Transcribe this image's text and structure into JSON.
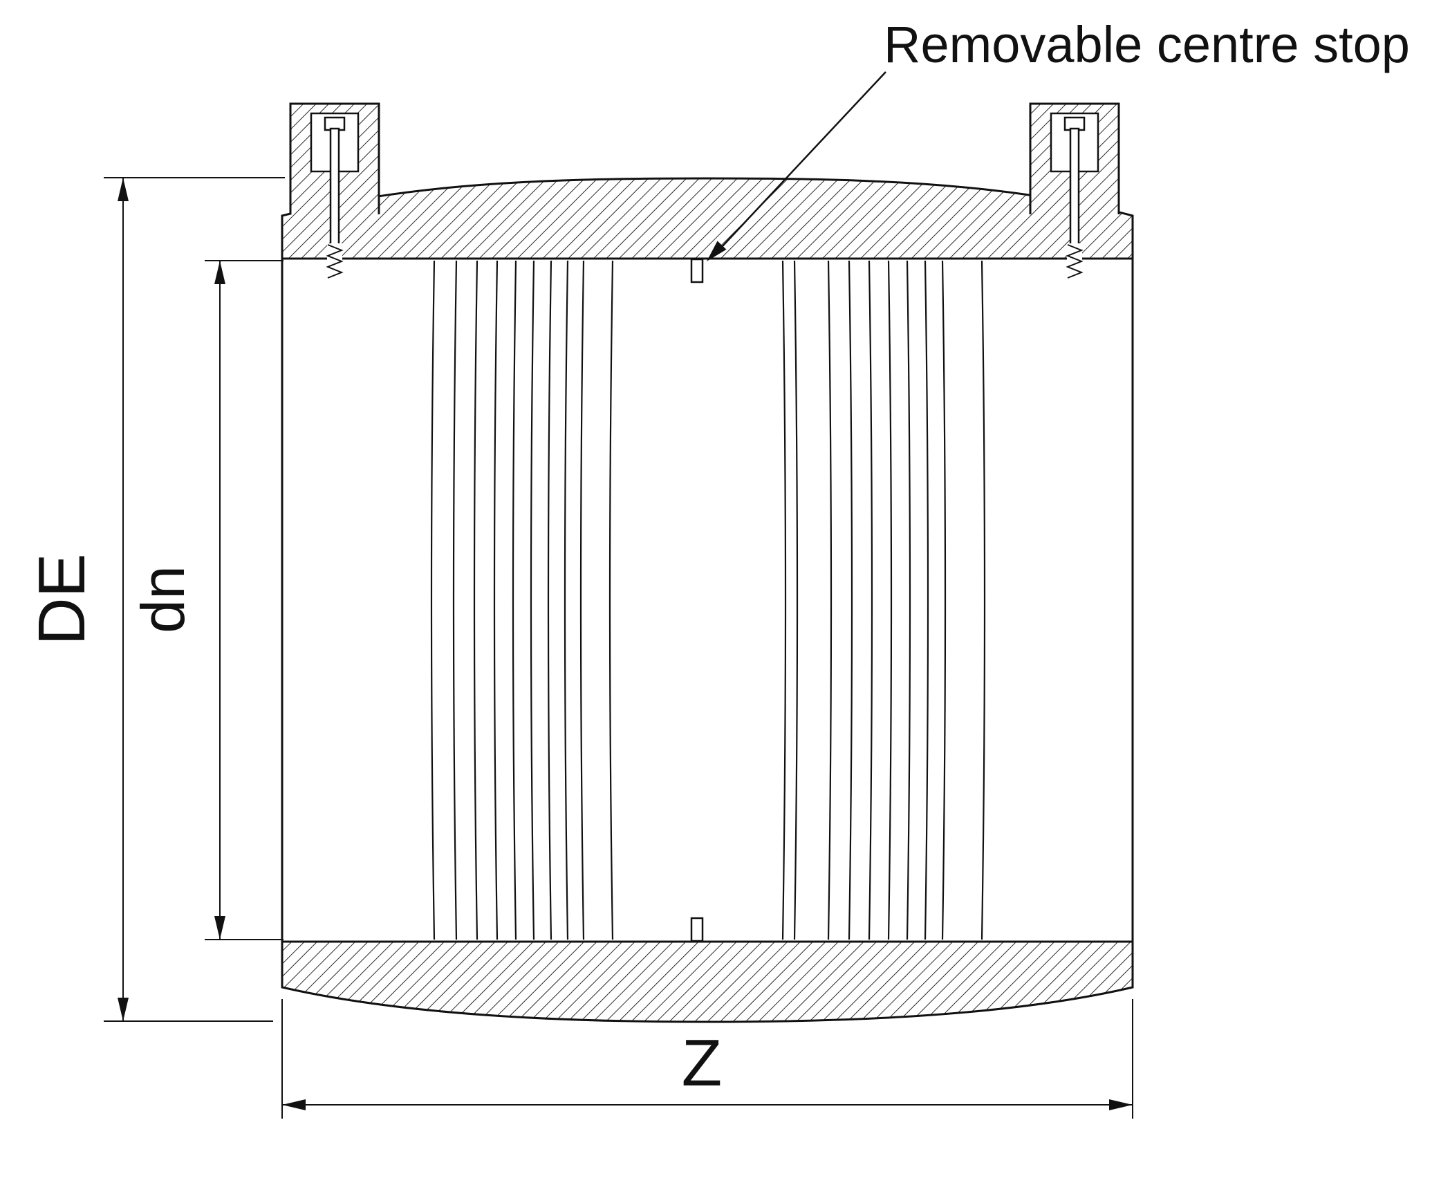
{
  "colors": {
    "background": "#ffffff",
    "line": "#111111"
  },
  "labels": {
    "centre_stop": "Removable centre stop",
    "outer_diameter": "DE",
    "inner_diameter": "dn",
    "length": "Z"
  }
}
